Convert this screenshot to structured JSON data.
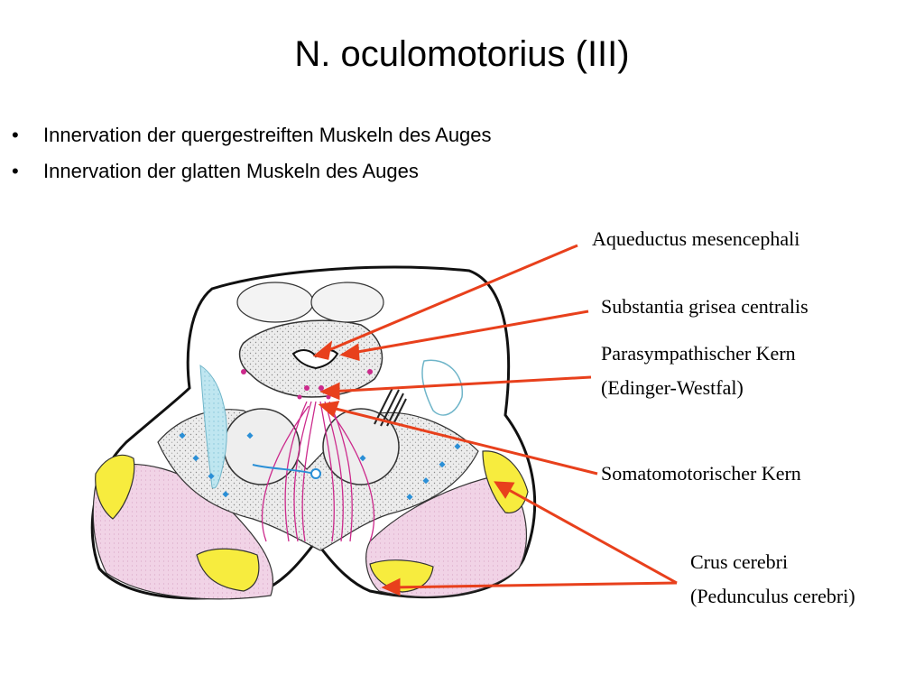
{
  "slide": {
    "title": "N. oculomotorius (III)",
    "bullets": [
      "Innervation der quergestreiften Muskeln des Auges",
      "Innervation der glatten Muskeln des Auges"
    ]
  },
  "labels": {
    "aqueductus": "Aqueductus mesencephali",
    "substantia": "Substantia grisea centralis",
    "parasym_line1": "Parasympathischer Kern",
    "parasym_line2": "(Edinger-Westfal)",
    "somato": "Somatomotorischer Kern",
    "crus_line1": "Crus cerebri",
    "crus_line2": "(Pedunculus cerebri)"
  },
  "colors": {
    "arrow": "#e8401c",
    "crus_yellow": "#f7ec3e",
    "crus_pink": "#f1d3e6",
    "grey_matter": "#e2e2e2",
    "fiber_magenta": "#cc2a8c",
    "cyan": "#a9dbe8",
    "nucleus_blue": "#2a8fd6"
  }
}
